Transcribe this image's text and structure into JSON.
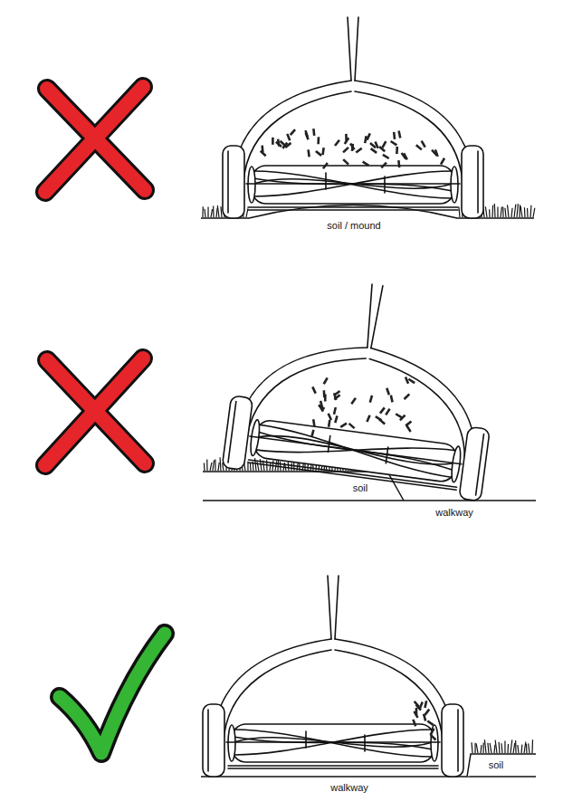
{
  "diagram": {
    "labels": [
      "soil / mound",
      "soil",
      "walkway",
      "walkway",
      "soil"
    ]
  }
}
